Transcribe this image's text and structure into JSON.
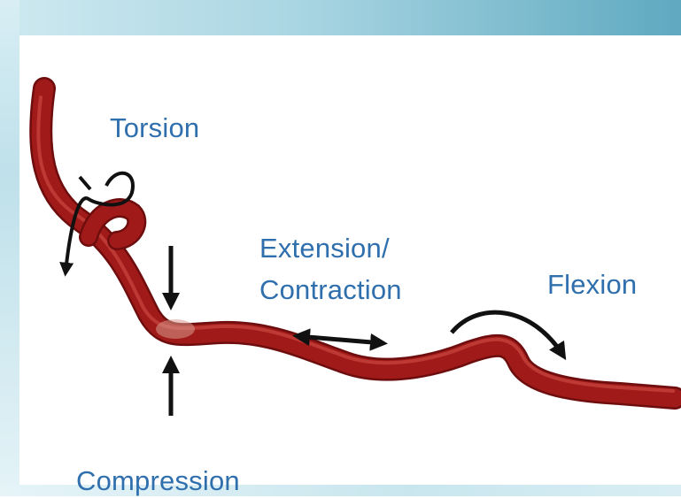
{
  "labels": {
    "torsion": "Torsion",
    "extension_line1": "Extension/",
    "extension_line2": "Contraction",
    "flexion": "Flexion",
    "compression": "Compression"
  },
  "colors": {
    "vessel": "#a11a1a",
    "vessel_dark": "#6e0d0d",
    "vessel_highlight": "#d6534b",
    "arrow": "#111111",
    "label_text": "#2f6fad",
    "frame_accent": "#5fa9c0"
  },
  "icons": {
    "torsion_arrow": "curved-loop-arrow",
    "compression_arrows": "opposing-vertical-arrows",
    "extension_arrow": "double-headed-horizontal-arrow",
    "flexion_arrow": "curved-arc-arrow"
  }
}
